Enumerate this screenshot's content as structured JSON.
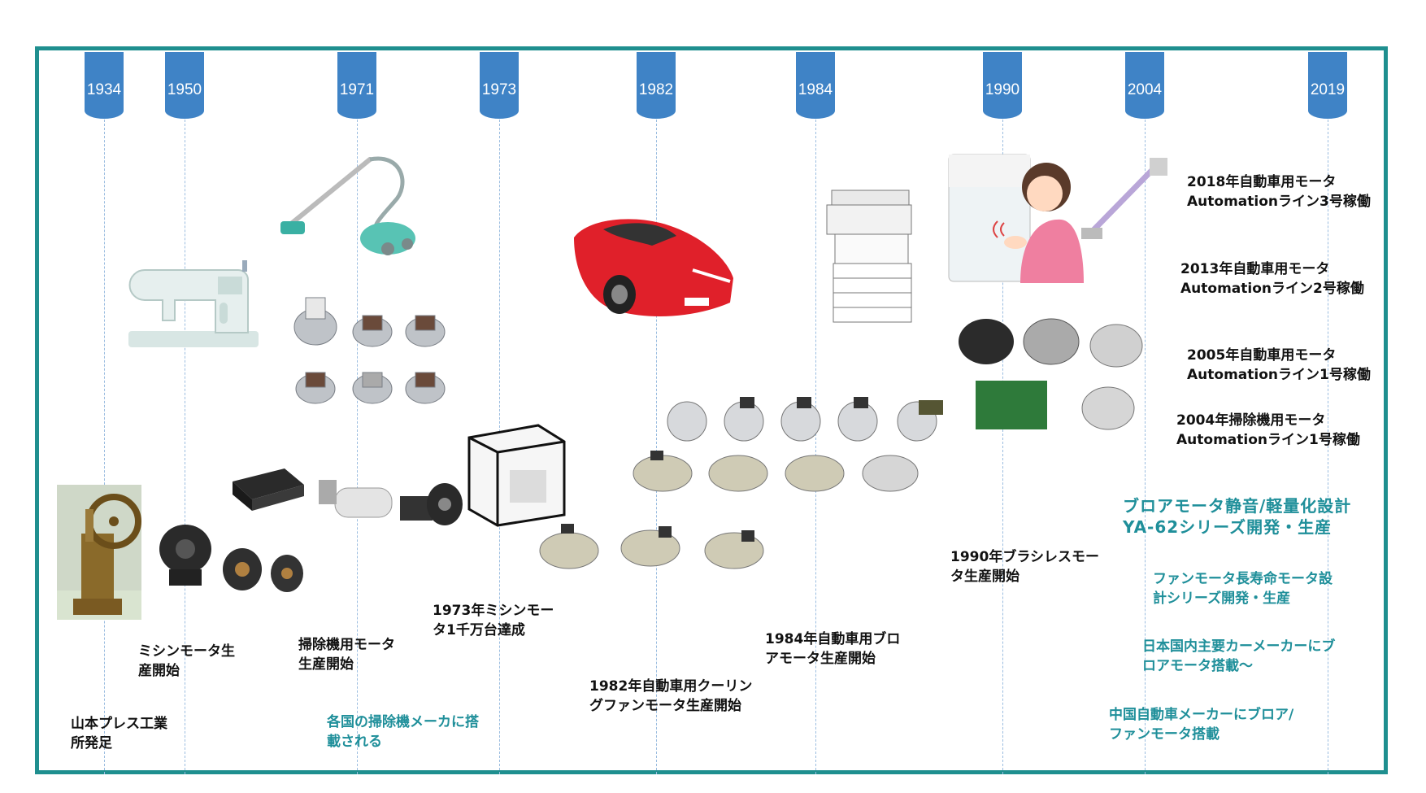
{
  "timeline": {
    "years": [
      "1934",
      "1950",
      "1971",
      "1973",
      "1982",
      "1984",
      "1990",
      "2004",
      "2019"
    ]
  },
  "events": {
    "e1934": [
      "山本プレス工業",
      "所発足"
    ],
    "e1950": [
      "ミシンモータ生",
      "産開始"
    ],
    "e1971": [
      "掃除機用モータ",
      "生産開始"
    ],
    "e1971b": [
      "各国の掃除機メーカに搭",
      "載される"
    ],
    "e1973": [
      "1973年ミシンモー",
      "タ1千万台達成"
    ],
    "e1982": [
      "1982年自動車用クーリン",
      "グファンモータ生産開始"
    ],
    "e1984": [
      "1984年自動車用ブロ",
      "アモータ生産開始"
    ],
    "e1990": [
      "1990年ブラシレスモー",
      "タ生産開始"
    ],
    "e2018": [
      "2018年自動車用モータ",
      "Automationライン3号稼働"
    ],
    "e2013": [
      "2013年自動車用モータ",
      "Automationライン2号稼働"
    ],
    "e2005": [
      "2005年自動車用モータ",
      "Automationライン1号稼働"
    ],
    "e2004": [
      "2004年掃除機用モータ",
      "Automationライン1号稼働"
    ],
    "blower": [
      "ブロアモータ静音/軽量化設計",
      "YA-62シリーズ開発・生産"
    ],
    "fan": [
      "ファンモータ長寿命モータ設",
      "計シリーズ開発・生産"
    ],
    "japan": [
      "日本国内主要カーメーカーにブ",
      "ロアモータ搭載～"
    ],
    "china": [
      "中国自動車メーカーにブロア/",
      "ファンモータ搭載"
    ]
  },
  "colors": {
    "frame": "#1f8f8f",
    "tab": "#3f83c6",
    "teal_text": "#1f8f9a"
  },
  "illustrations": [
    "press-machine",
    "sewing-machine",
    "sewing-motors",
    "foot-pedal",
    "vacuum-cleaner",
    "vacuum-motors",
    "glass-case",
    "red-car",
    "fan-motors",
    "blower-motors",
    "copier",
    "girl-hand-dryer",
    "stick-vacuum",
    "brushless-motors"
  ]
}
